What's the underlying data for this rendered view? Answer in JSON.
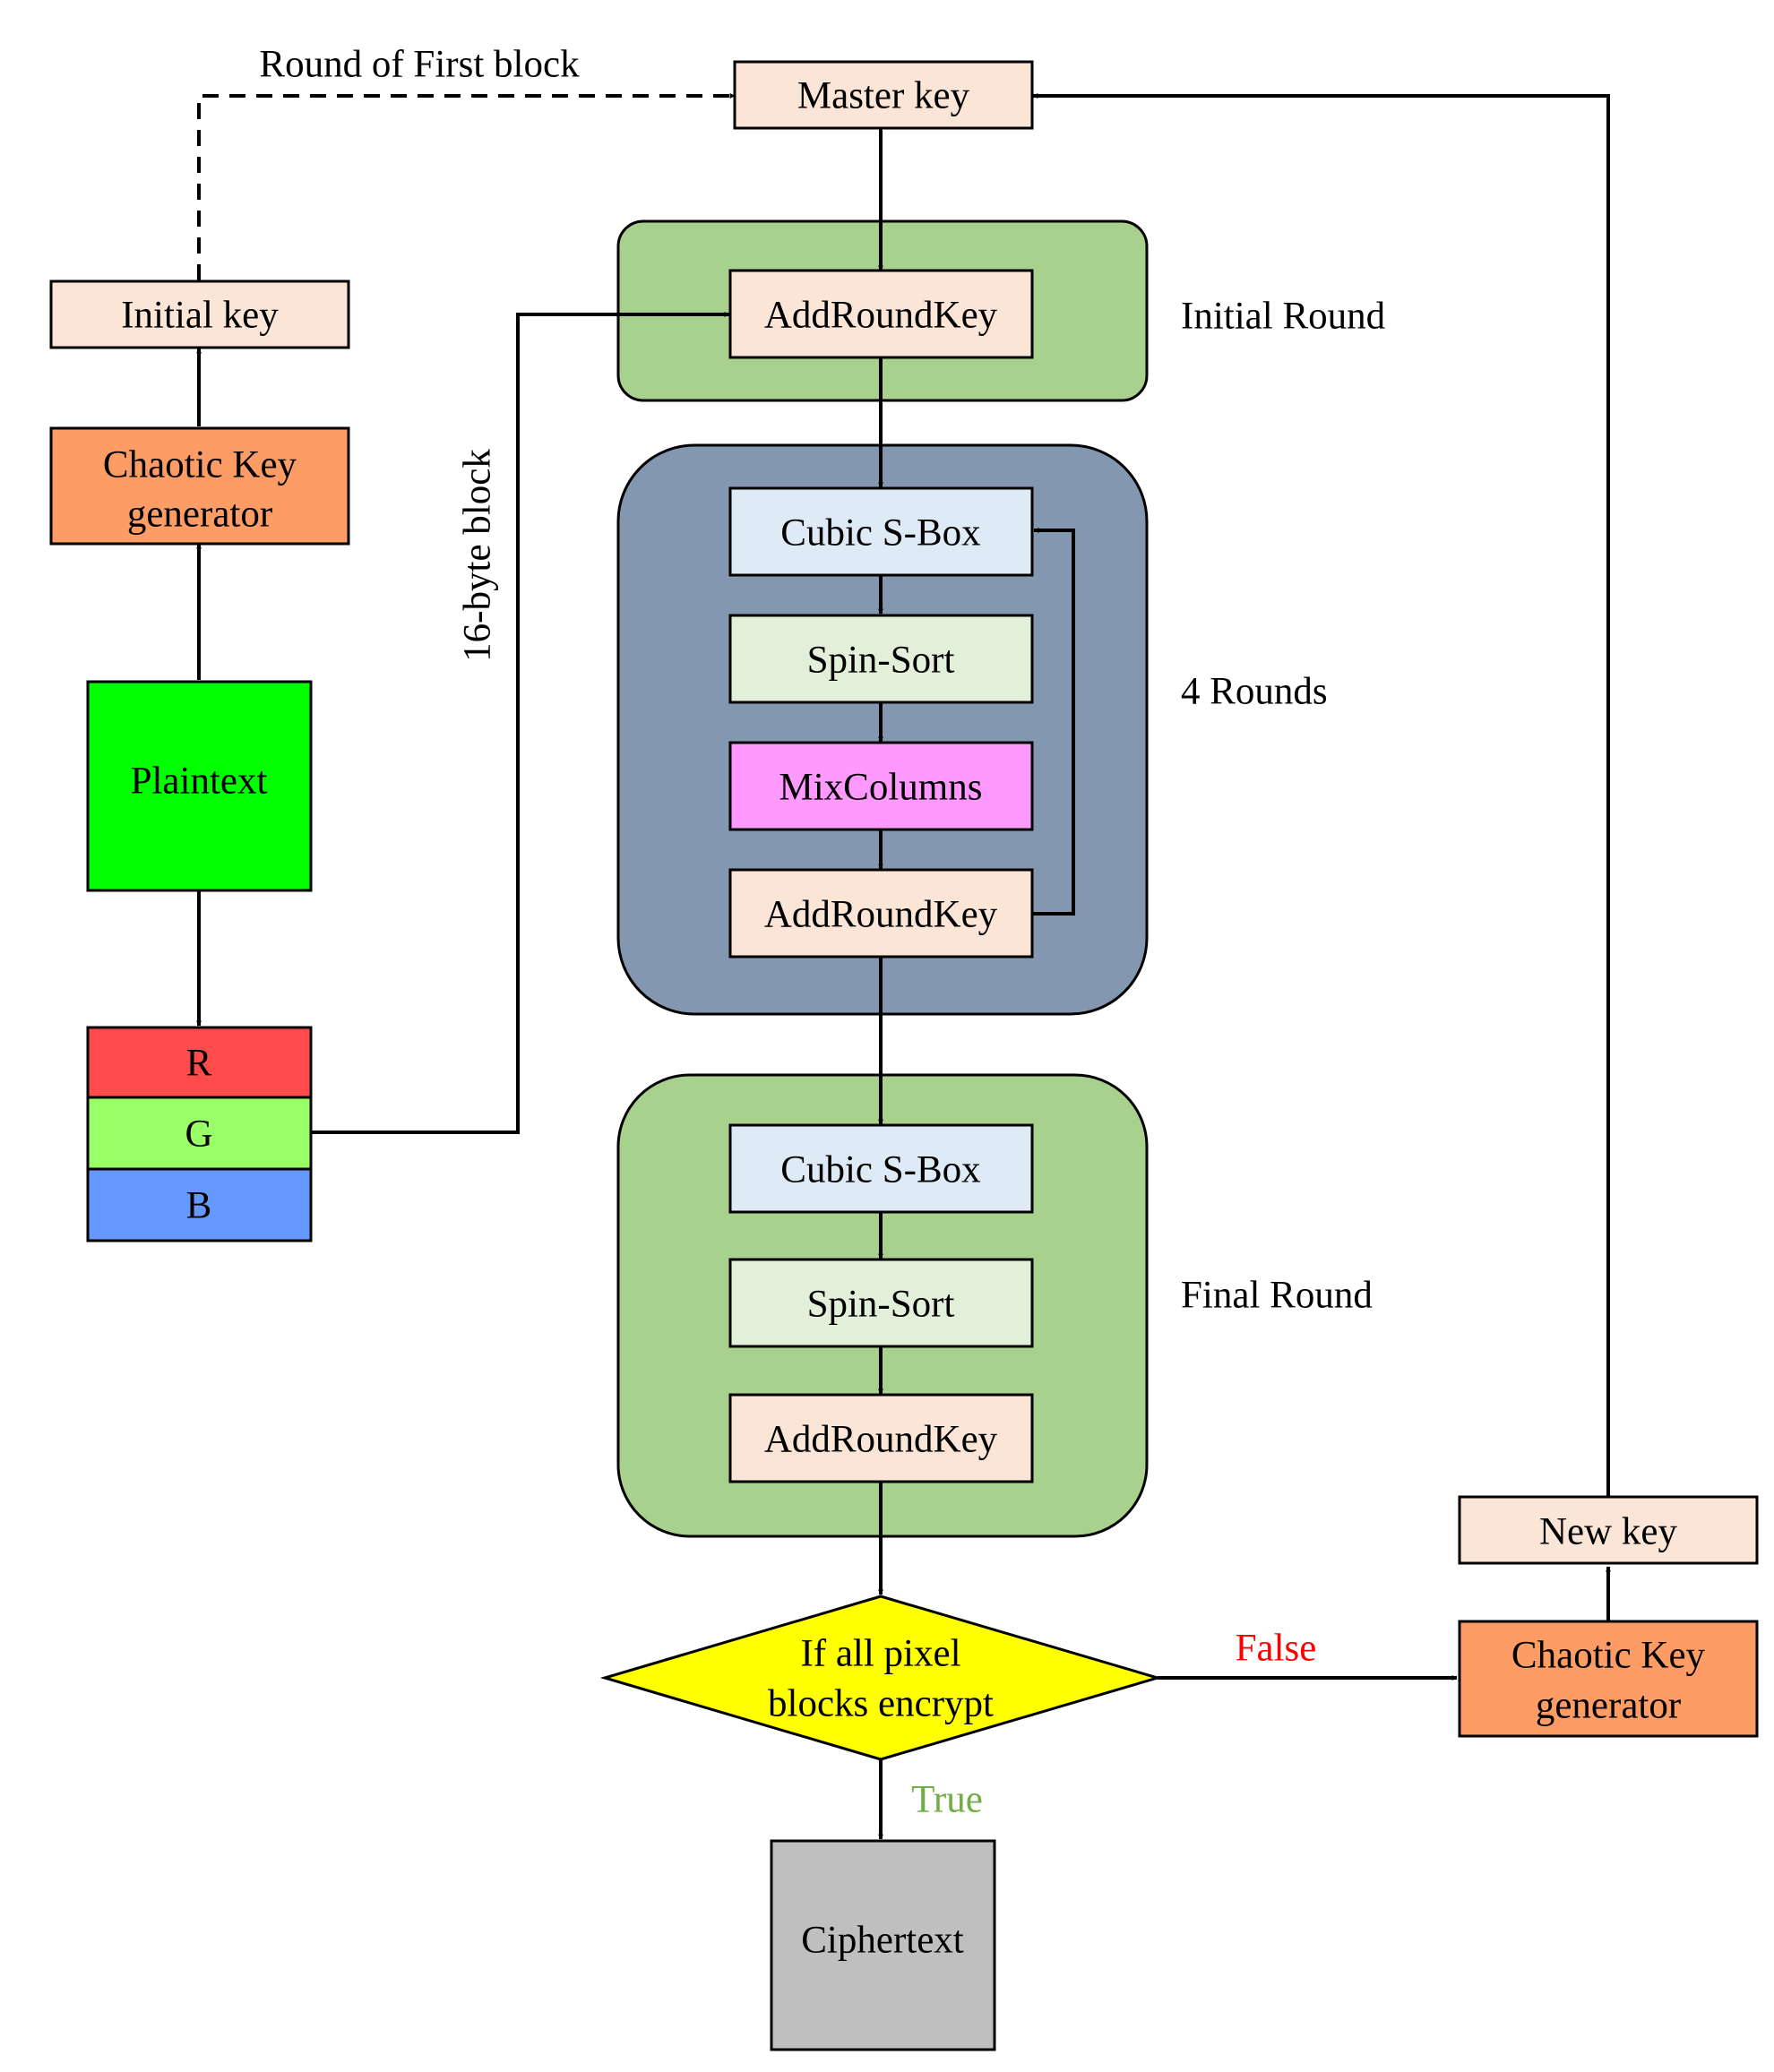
{
  "nodes": {
    "master_key": "Master key",
    "initial_key": "Initial key",
    "chaotic_key_left": [
      "Chaotic Key",
      "generator"
    ],
    "plaintext": "Plaintext",
    "rgb": [
      "R",
      "G",
      "B"
    ],
    "initial_round": {
      "add_round_key": "AddRoundKey"
    },
    "main_rounds": {
      "cubic_sbox": "Cubic S-Box",
      "spin_sort": "Spin-Sort",
      "mix_columns": "MixColumns",
      "add_round_key": "AddRoundKey"
    },
    "final_round": {
      "cubic_sbox": "Cubic S-Box",
      "spin_sort": "Spin-Sort",
      "add_round_key": "AddRoundKey"
    },
    "decision": [
      "If all pixel",
      "blocks encrypt"
    ],
    "ciphertext": "Ciphertext",
    "new_key": "New key",
    "chaotic_key_right": [
      "Chaotic Key",
      "generator"
    ]
  },
  "labels": {
    "round_of_first_block": "Round of First block",
    "block_size": "16-byte block",
    "initial_round": "Initial Round",
    "main_rounds": "4 Rounds",
    "final_round": "Final Round",
    "false_branch": "False",
    "true_branch": "True"
  },
  "colors": {
    "key_box": "#fbe5d6",
    "chaotic_generator": "#fd9c64",
    "plaintext": "#00ff00",
    "r_channel": "#ff4b4b",
    "g_channel": "#99ff66",
    "b_channel": "#6699ff",
    "round_green": "#a9d18e",
    "round_blue": "#8497b0",
    "cubic_sbox": "#deebf7",
    "spin_sort": "#e2f0d9",
    "mix_columns": "#ff99ff",
    "decision": "#ffff00",
    "ciphertext": "#bfbfbf",
    "false_label": "#ff0000",
    "true_label": "#70ad47"
  }
}
